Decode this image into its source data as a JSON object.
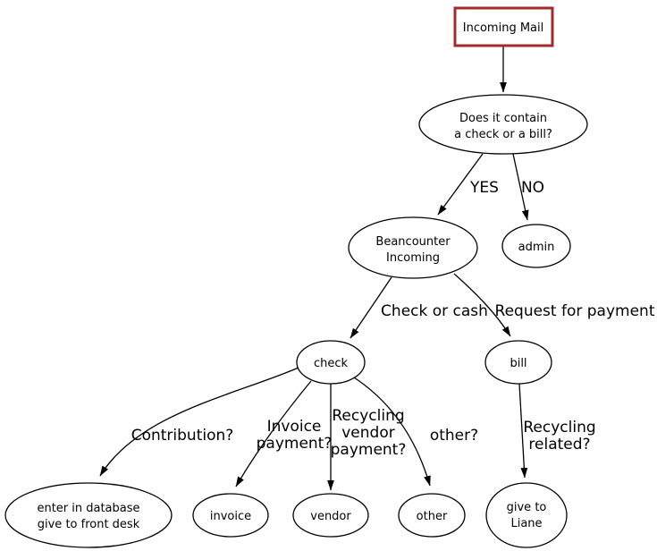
{
  "diagram": {
    "type": "flowchart",
    "background_color": "#ffffff",
    "line_color": "#000000",
    "text_color": "#000000",
    "accent_border_color": "#A52A2A",
    "nodes": {
      "incoming_mail": {
        "label": "Incoming Mail",
        "shape": "rectangle"
      },
      "question": {
        "shape": "ellipse",
        "lines": [
          "Does it contain",
          "a check or a bill?"
        ]
      },
      "beancounter_incoming": {
        "shape": "ellipse",
        "lines": [
          "Beancounter",
          "Incoming"
        ]
      },
      "admin": {
        "shape": "ellipse",
        "label": "admin"
      },
      "check": {
        "shape": "ellipse",
        "label": "check"
      },
      "bill": {
        "shape": "ellipse",
        "label": "bill"
      },
      "enter_database": {
        "shape": "ellipse",
        "lines": [
          "enter in database",
          "give to front desk"
        ]
      },
      "invoice": {
        "shape": "ellipse",
        "label": "invoice"
      },
      "vendor": {
        "shape": "ellipse",
        "label": "vendor"
      },
      "other": {
        "shape": "ellipse",
        "label": "other"
      },
      "give_to_liane": {
        "shape": "ellipse",
        "lines": [
          "give to",
          "Liane"
        ]
      }
    },
    "edges": {
      "mail_to_question": {
        "from": "incoming_mail",
        "to": "question",
        "label": ""
      },
      "yes": {
        "from": "question",
        "to": "beancounter_incoming",
        "label": "YES"
      },
      "no": {
        "from": "question",
        "to": "admin",
        "label": "NO"
      },
      "check_or_cash": {
        "from": "beancounter_incoming",
        "to": "check",
        "label": "Check or cash"
      },
      "request_for_payment": {
        "from": "beancounter_incoming",
        "to": "bill",
        "label": "Request for payment"
      },
      "contribution": {
        "from": "check",
        "to": "enter_database",
        "label": "Contribution?"
      },
      "invoice_payment": {
        "from": "check",
        "to": "invoice",
        "lines": [
          "Invoice",
          "payment?"
        ]
      },
      "recycling_vendor_payment": {
        "from": "check",
        "to": "vendor",
        "lines": [
          "Recycling",
          "vendor",
          "payment?"
        ]
      },
      "other_q": {
        "from": "check",
        "to": "other",
        "label": "other?"
      },
      "recycling_related": {
        "from": "bill",
        "to": "give_to_liane",
        "lines": [
          "Recycling",
          "related?"
        ]
      }
    }
  }
}
